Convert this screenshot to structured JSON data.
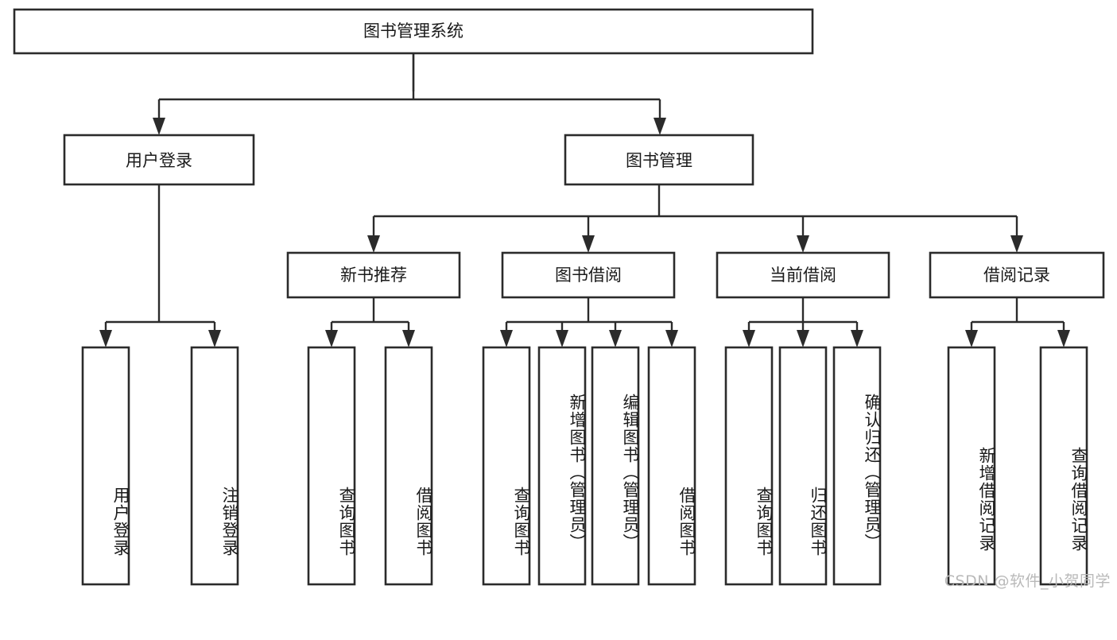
{
  "diagram": {
    "title": "图书管理系统",
    "type": "tree-hierarchy-diagram",
    "colors": {
      "box_stroke": "#2b2b2b",
      "box_fill": "#ffffff",
      "text": "#1a1a1a",
      "watermark": "#b9b9b9",
      "background": "#ffffff"
    },
    "root": {
      "label": "图书管理系统"
    },
    "level2": [
      {
        "label": "用户登录"
      },
      {
        "label": "图书管理"
      }
    ],
    "level3": [
      {
        "label": "新书推荐"
      },
      {
        "label": "图书借阅"
      },
      {
        "label": "当前借阅"
      },
      {
        "label": "借阅记录"
      }
    ],
    "leaves": {
      "user_login": [
        {
          "label": "用户登录"
        },
        {
          "label": "注销登录"
        }
      ],
      "new_book_recommend": [
        {
          "label": "查询图书"
        },
        {
          "label": "借阅图书"
        }
      ],
      "book_borrow": [
        {
          "label": "查询图书"
        },
        {
          "label": "新增图书（管理员）"
        },
        {
          "label": "编辑图书（管理员）"
        },
        {
          "label": "借阅图书"
        }
      ],
      "current_borrow": [
        {
          "label": "查询图书"
        },
        {
          "label": "归还图书"
        },
        {
          "label": "确认归还（管理员）"
        }
      ],
      "borrow_record": [
        {
          "label": "新增借阅记录"
        },
        {
          "label": "查询借阅记录"
        }
      ]
    },
    "watermark": "CSDN @软件_小贺同学"
  }
}
